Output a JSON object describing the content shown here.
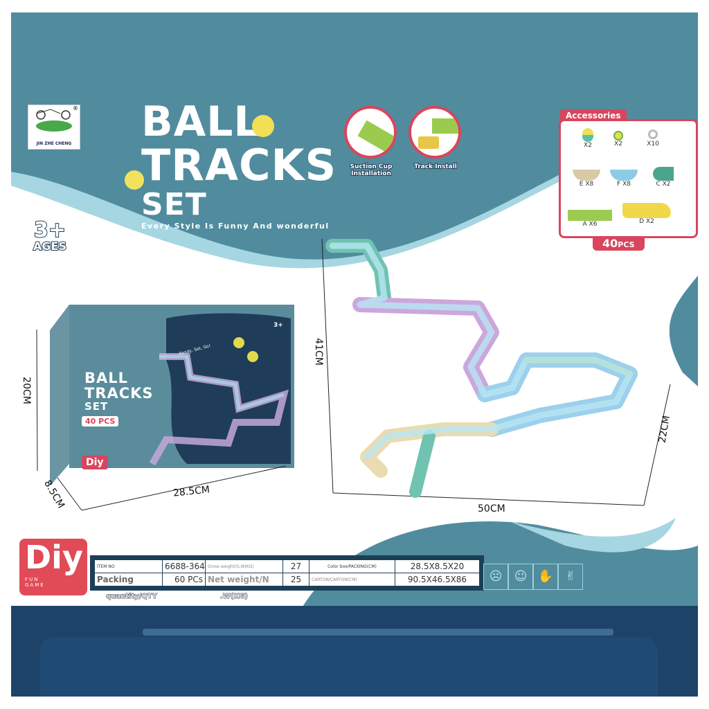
{
  "brand": {
    "name": "JIN ZHE CHENG",
    "registered_mark": "®"
  },
  "title": {
    "line1": "BALL",
    "line2": "TRACKS",
    "line3": "SET",
    "tagline": "Every Style Is Funny And wonderful"
  },
  "age": {
    "number": "3+",
    "label": "AGES"
  },
  "features": [
    {
      "label_line1": "Suction Cup",
      "label_line2": "Installation"
    },
    {
      "label_line1": "Track Install",
      "label_line2": ""
    }
  ],
  "accessories": {
    "heading": "Accessories",
    "items": [
      {
        "label": "X2"
      },
      {
        "label": "X2"
      },
      {
        "label": "X10"
      },
      {
        "label": "E X8"
      },
      {
        "label": "F X8"
      },
      {
        "label": "C X2"
      },
      {
        "label": "A X6"
      },
      {
        "label": "D X2"
      }
    ],
    "total_number": "40",
    "total_unit": "PCS"
  },
  "box": {
    "title1": "BALL",
    "title2": "TRACKS",
    "title3": "SET",
    "pcs": "40 PCS",
    "diy": "Diy",
    "ages": "3+",
    "slogan": "Ready, Set, Go!"
  },
  "dimensions": {
    "box_height": "20CM",
    "box_depth": "8.5CM",
    "box_width": "28.5CM",
    "set_height": "41CM",
    "set_width": "50CM",
    "set_depth": "22CM"
  },
  "diy_badge": {
    "main": "Diy",
    "sub1": "FUN",
    "sub2": "GAME"
  },
  "spec_table": {
    "row1": [
      "ITEM NO",
      "6688-364",
      "Gross weight/G.W(KG)",
      "27",
      "Color box/PACKING(CM)",
      "28.5X8.5X20"
    ],
    "row2": [
      "Packing",
      "60 PCs",
      "Net weight/N",
      "25",
      "CARTON/CARTON(CM)",
      "90.5X46.5X86"
    ],
    "overflow1": "quantity/QTY",
    "overflow2": ".W(KG)"
  },
  "warning_icons": [
    "small-parts-icon",
    "choking-icon",
    "no-bite-icon",
    "hand-icon"
  ],
  "colors": {
    "teal": "#4f8a9c",
    "navy": "#1d4468",
    "accent_red": "#d9455d",
    "diy_red": "#e14a57"
  }
}
